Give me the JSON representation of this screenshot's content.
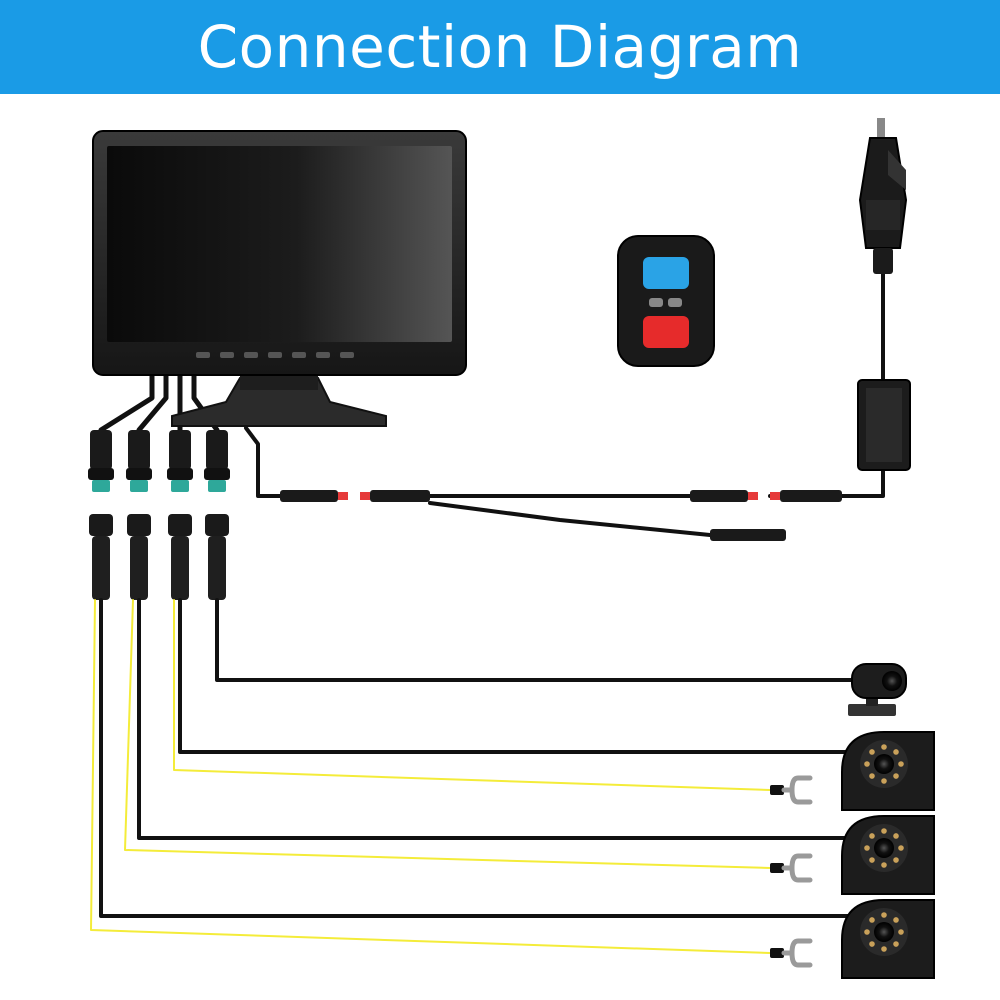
{
  "header": {
    "title": "Connection Diagram",
    "background_color": "#1a9be6"
  },
  "colors": {
    "cable": "#111111",
    "trigger_wire": "#f4ec3a",
    "connector_accent": "#2ea89a",
    "connector_tip": "#e63a3a",
    "remote_button_top": "#2aa3e6",
    "remote_button_bottom": "#e62b2b"
  },
  "components": {
    "monitor": "monitor",
    "remote": "remote-control",
    "power": "cigarette-lighter-adapter",
    "converter": "power-converter-box",
    "front_camera": "mini-bullet-camera",
    "side_cameras": [
      "dome-camera",
      "dome-camera",
      "dome-camera"
    ],
    "spade_terminals": [
      "spade-terminal",
      "spade-terminal",
      "spade-terminal"
    ]
  }
}
